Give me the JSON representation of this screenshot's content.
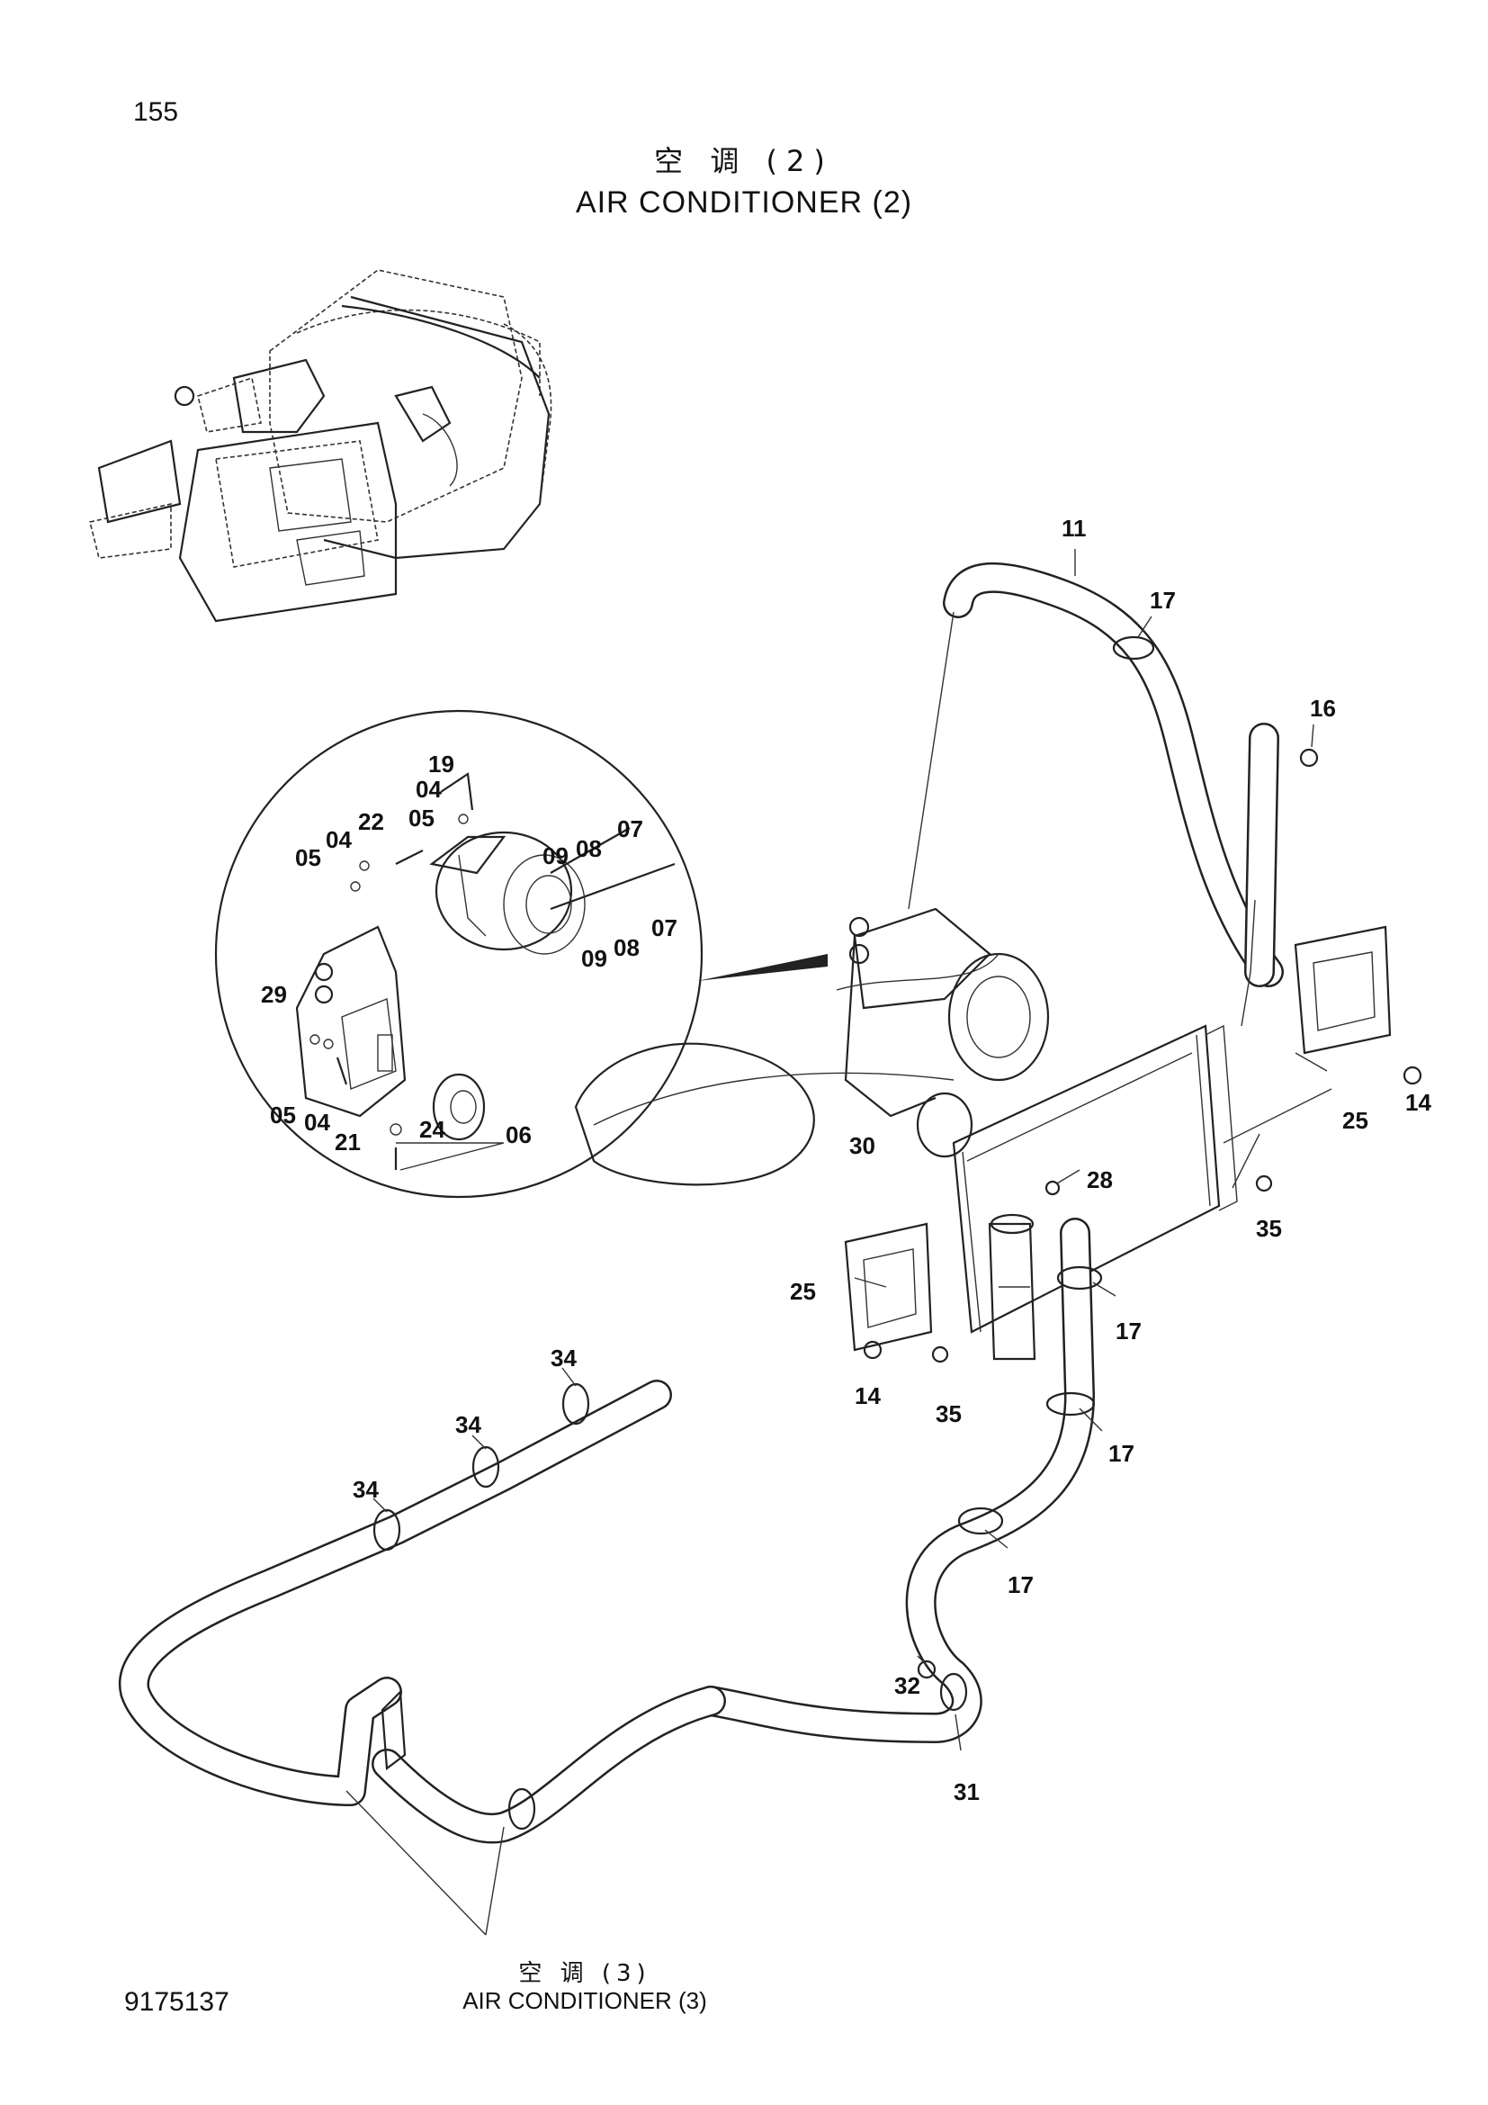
{
  "page_number": "155",
  "title": {
    "cn": "空 调 (2)",
    "en": "AIR  CONDITIONER (2)"
  },
  "reference": {
    "cn": "空 调 (3)",
    "en": "AIR  CONDITIONER (3)"
  },
  "document_number": "9175137",
  "callouts": {
    "c19": "19",
    "c04a": "04",
    "c05a": "05",
    "c07a": "07",
    "c08a": "08",
    "c09a": "09",
    "c22": "22",
    "c04b": "04",
    "c05b": "05",
    "c07b": "07",
    "c08b": "08",
    "c09b": "09",
    "c29": "29",
    "c05c": "05",
    "c04c": "04",
    "c21": "21",
    "c24": "24",
    "c06": "06",
    "c11": "11",
    "c17a": "17",
    "c16": "16",
    "c30": "30",
    "c14a": "14",
    "c25a": "25",
    "c28": "28",
    "c35a": "35",
    "c25b": "25",
    "c17b": "17",
    "c14b": "14",
    "c35b": "35",
    "c17c": "17",
    "c17d": "17",
    "c34a": "34",
    "c34b": "34",
    "c34c": "34",
    "c32": "32",
    "c31": "31"
  }
}
